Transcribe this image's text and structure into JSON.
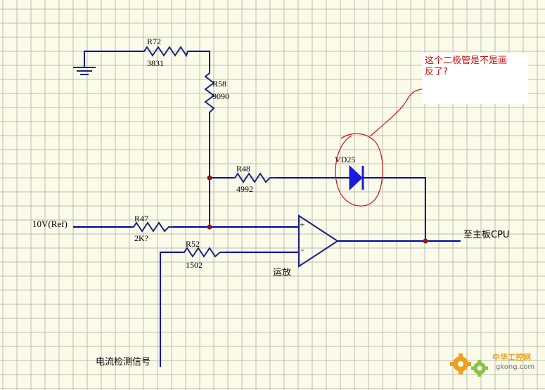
{
  "components": {
    "r72": {
      "ref": "R72",
      "value": "3831"
    },
    "r58": {
      "ref": "R58",
      "value": "9090"
    },
    "r48": {
      "ref": "R48",
      "value": "4992"
    },
    "r47": {
      "ref": "R47",
      "value": "2K?"
    },
    "r52": {
      "ref": "R52",
      "value": "1502"
    },
    "vd25": {
      "ref": "VD25"
    },
    "opamp": {
      "label": "运放",
      "plus": "+",
      "minus": "-"
    }
  },
  "nets": {
    "ref_input": "10V(Ref)",
    "output": "至主板CPU",
    "sense_input": "电流检测信号"
  },
  "annotation": {
    "line1": "这个二极管是不是画",
    "line2": "反了?"
  },
  "watermark": {
    "title": "中华工控网",
    "site": "gkong.com"
  },
  "colors": {
    "wire": "#0000a8",
    "component": "#1a237e",
    "grid": "#bdbdb3",
    "annotation": "#d01010",
    "junction": "#8b1a1a"
  }
}
